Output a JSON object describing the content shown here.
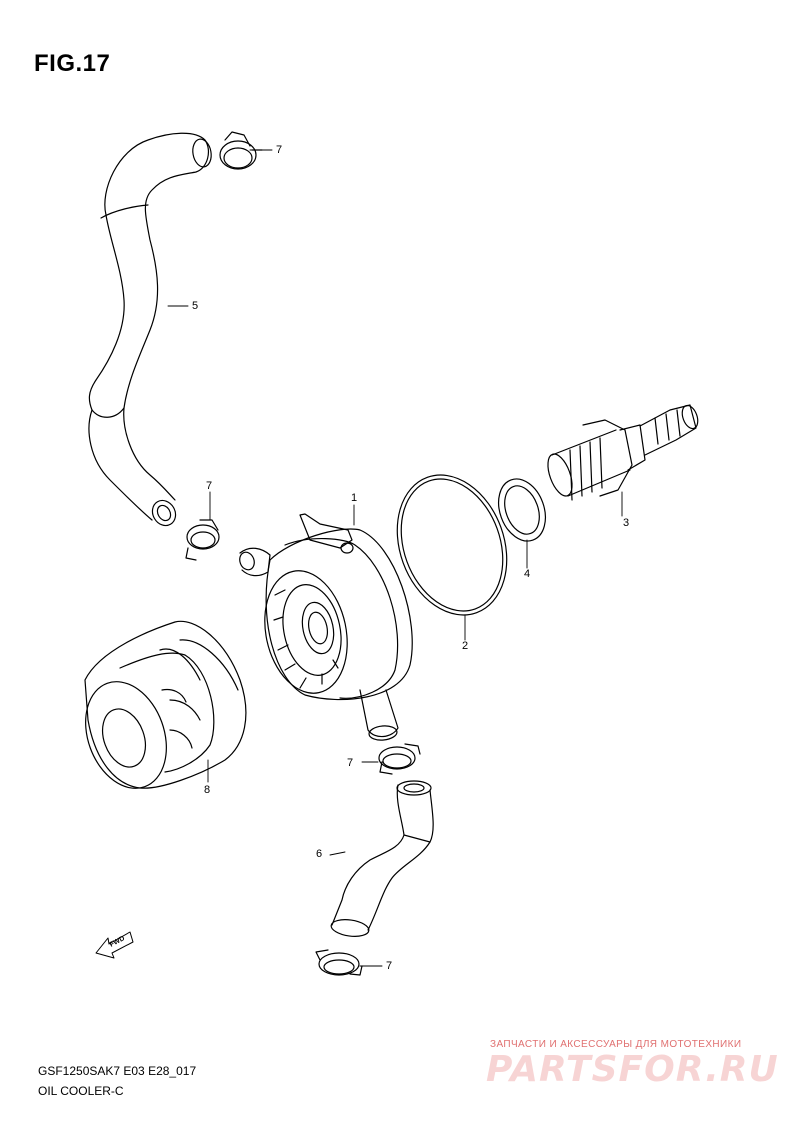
{
  "figure": {
    "title": "FIG.17",
    "code": "GSF1250SAK7 E03 E28_017",
    "name": "OIL COOLER-C"
  },
  "callouts": [
    {
      "id": "c-1",
      "label": "1"
    },
    {
      "id": "c-2",
      "label": "2"
    },
    {
      "id": "c-3",
      "label": "3"
    },
    {
      "id": "c-4",
      "label": "4"
    },
    {
      "id": "c-5",
      "label": "5"
    },
    {
      "id": "c-6",
      "label": "6"
    },
    {
      "id": "c-7a",
      "label": "7"
    },
    {
      "id": "c-7b",
      "label": "7"
    },
    {
      "id": "c-7c",
      "label": "7"
    },
    {
      "id": "c-7d",
      "label": "7"
    },
    {
      "id": "c-8",
      "label": "8"
    }
  ],
  "fwd_arrow": {
    "label": "FWD"
  },
  "watermark": {
    "tagline": "ЗАПЧАСТИ И АКСЕССУАРЫ ДЛЯ МОТОТЕХНИКИ",
    "logo": "PARTSFOR.RU"
  },
  "colors": {
    "line": "#000000",
    "background": "#ffffff",
    "watermark": "#e07070"
  }
}
